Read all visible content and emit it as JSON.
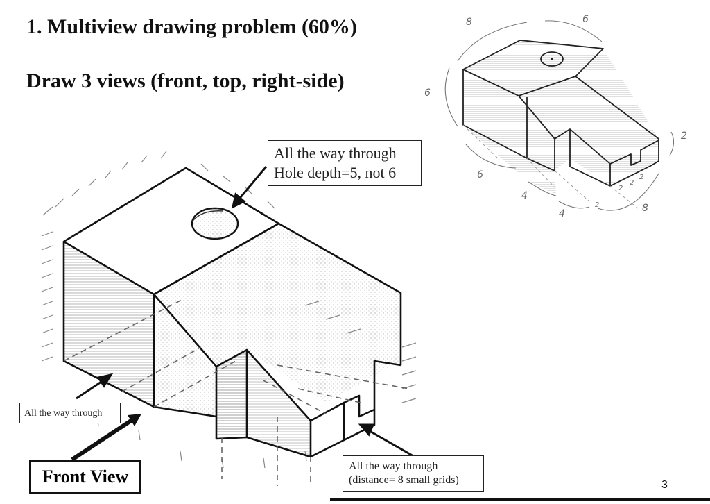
{
  "heading": {
    "title": "1. Multiview drawing problem (60%)",
    "instruction": "Draw 3 views (front, top, right-side)"
  },
  "callouts": {
    "hole_line1": "All the way through",
    "hole_line2": "Hole depth=5, not 6",
    "left_note": "All the way through",
    "slot_line1": "All the way through",
    "slot_line2": "(distance= 8 small grids)"
  },
  "front_view_label": "Front View",
  "reference_dimensions": {
    "top_left": "8",
    "top_right": "6",
    "left_height": "6",
    "bottom_left": "6",
    "bottom_4a": "4",
    "bottom_4b": "4",
    "bottom_8": "8",
    "right_2": "2",
    "slot_2a": "2",
    "slot_2b": "2",
    "slot_2c": "2",
    "slot_2d": "2"
  },
  "page_number": "3"
}
